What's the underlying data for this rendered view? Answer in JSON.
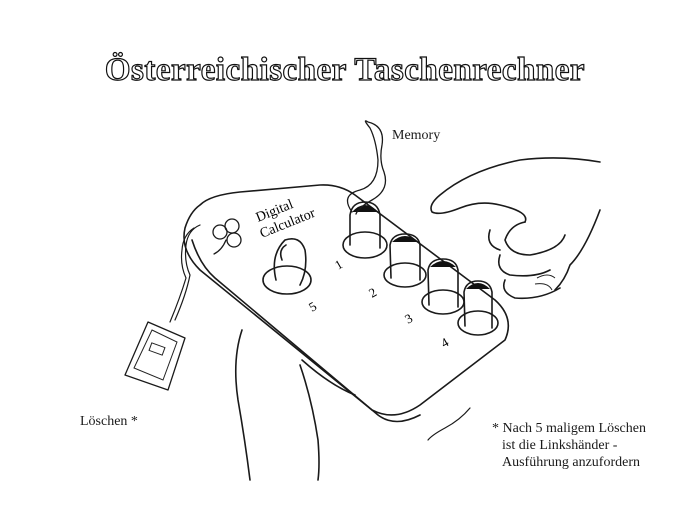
{
  "title": "Österreichischer Taschenrechner",
  "device": {
    "brand_line1": "Digital",
    "brand_line2": "Calculator",
    "buttons": [
      "1",
      "2",
      "3",
      "4",
      "5"
    ]
  },
  "labels": {
    "memory": "Memory",
    "delete": "Löschen *"
  },
  "footnote": {
    "line1": "* Nach 5 maligem Löschen",
    "line2": "ist die Linkshänder -",
    "line3": "Ausführung anzufordern"
  }
}
